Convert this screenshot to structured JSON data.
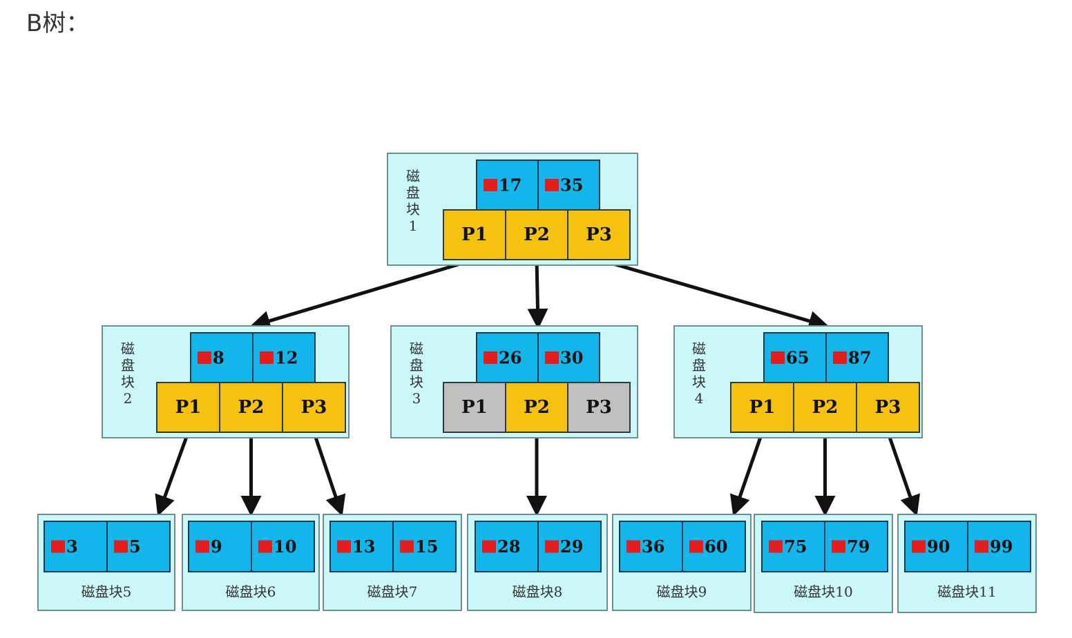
{
  "heading": "B树：",
  "colors": {
    "block_background": "#ccf7f9",
    "key_cell": "#12b6ea",
    "pointer_active": "#f5c20f",
    "pointer_inactive": "#c0c0c0",
    "key_marker": "#e41c1c",
    "edge": "#111111"
  },
  "internal_blocks": [
    {
      "id": "block-1",
      "label_chars": [
        "磁",
        "盘",
        "块",
        "1"
      ],
      "keys": [
        "17",
        "35"
      ],
      "pointers": [
        {
          "label": "P1",
          "active": true
        },
        {
          "label": "P2",
          "active": true
        },
        {
          "label": "P3",
          "active": true
        }
      ]
    },
    {
      "id": "block-2",
      "label_chars": [
        "磁",
        "盘",
        "块",
        "2"
      ],
      "keys": [
        "8",
        "12"
      ],
      "pointers": [
        {
          "label": "P1",
          "active": true
        },
        {
          "label": "P2",
          "active": true
        },
        {
          "label": "P3",
          "active": true
        }
      ]
    },
    {
      "id": "block-3",
      "label_chars": [
        "磁",
        "盘",
        "块",
        "3"
      ],
      "keys": [
        "26",
        "30"
      ],
      "pointers": [
        {
          "label": "P1",
          "active": false
        },
        {
          "label": "P2",
          "active": true
        },
        {
          "label": "P3",
          "active": false
        }
      ]
    },
    {
      "id": "block-4",
      "label_chars": [
        "磁",
        "盘",
        "块",
        "4"
      ],
      "keys": [
        "65",
        "87"
      ],
      "pointers": [
        {
          "label": "P1",
          "active": true
        },
        {
          "label": "P2",
          "active": true
        },
        {
          "label": "P3",
          "active": true
        }
      ]
    }
  ],
  "leaf_blocks": [
    {
      "id": "block-5",
      "label": "磁盘块5",
      "keys": [
        "3",
        "5"
      ]
    },
    {
      "id": "block-6",
      "label": "磁盘块6",
      "keys": [
        "9",
        "10"
      ]
    },
    {
      "id": "block-7",
      "label": "磁盘块7",
      "keys": [
        "13",
        "15"
      ]
    },
    {
      "id": "block-8",
      "label": "磁盘块8",
      "keys": [
        "28",
        "29"
      ]
    },
    {
      "id": "block-9",
      "label": "磁盘块9",
      "keys": [
        "36",
        "60"
      ]
    },
    {
      "id": "block-10",
      "label": "磁盘块10",
      "keys": [
        "75",
        "79"
      ]
    },
    {
      "id": "block-11",
      "label": "磁盘块11",
      "keys": [
        "90",
        "99"
      ]
    }
  ],
  "edges": [
    {
      "from": "block-1",
      "pointer": "P1",
      "to": "block-2"
    },
    {
      "from": "block-1",
      "pointer": "P2",
      "to": "block-3"
    },
    {
      "from": "block-1",
      "pointer": "P3",
      "to": "block-4"
    },
    {
      "from": "block-2",
      "pointer": "P1",
      "to": "block-5"
    },
    {
      "from": "block-2",
      "pointer": "P2",
      "to": "block-6"
    },
    {
      "from": "block-2",
      "pointer": "P3",
      "to": "block-7"
    },
    {
      "from": "block-3",
      "pointer": "P2",
      "to": "block-8"
    },
    {
      "from": "block-4",
      "pointer": "P1",
      "to": "block-9"
    },
    {
      "from": "block-4",
      "pointer": "P2",
      "to": "block-10"
    },
    {
      "from": "block-4",
      "pointer": "P3",
      "to": "block-11"
    }
  ]
}
